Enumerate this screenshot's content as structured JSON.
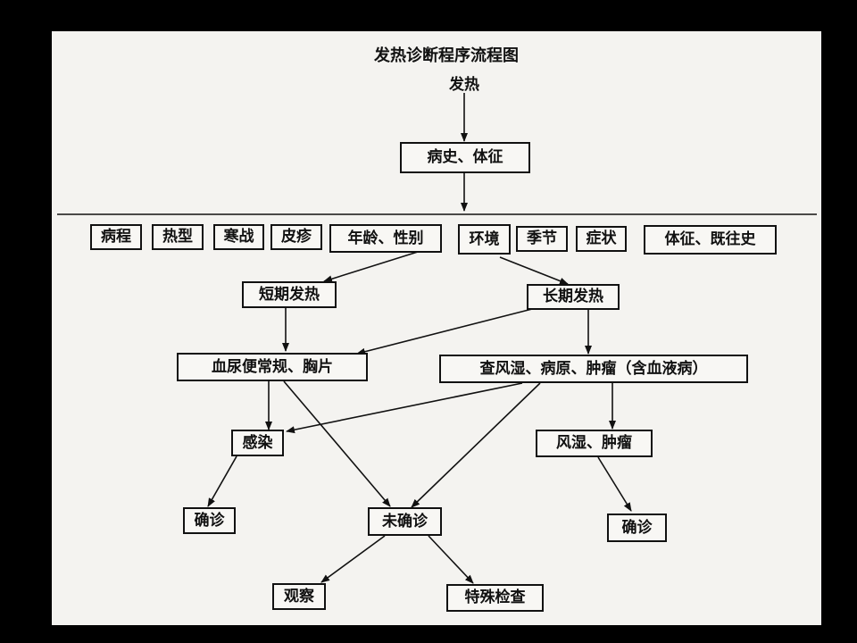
{
  "title": "发热诊断程序流程图",
  "start_label": "发热",
  "nodes": {
    "history": "病史、体征",
    "course": "病程",
    "fever_type": "热型",
    "chills": "寒战",
    "rash": "皮疹",
    "age_sex": "年龄、性别",
    "environment": "环境",
    "season": "季节",
    "symptoms": "症状",
    "signs_history": "体征、既往史",
    "short_fever": "短期发热",
    "long_fever": "长期发热",
    "routine": "血尿便常规、胸片",
    "check": "查风湿、病原、肿瘤（含血液病）",
    "infection": "感染",
    "rheum": "风湿、肿瘤",
    "confirm1": "确诊",
    "unconfirmed": "未确诊",
    "confirm2": "确诊",
    "observe": "观察",
    "special": "特殊检查"
  },
  "colors": {
    "background": "#000000",
    "paper": "#f4f3f0",
    "ink": "#111111"
  }
}
